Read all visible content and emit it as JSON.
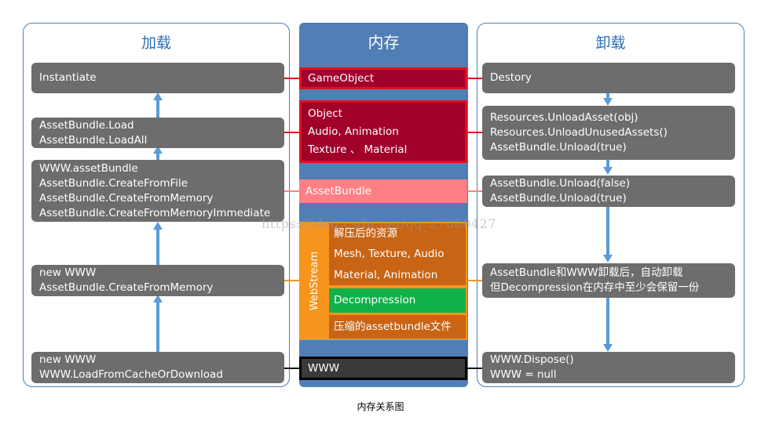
{
  "titles": {
    "load": "加载",
    "memory": "内存",
    "unload": "卸载"
  },
  "load": {
    "instantiate": [
      "Instantiate"
    ],
    "assetbundle_load": [
      "AssetBundle.Load",
      "AssetBundle.LoadAll"
    ],
    "www_create": [
      "WWW.assetBundle",
      "AssetBundle.CreateFromFile",
      "AssetBundle.CreateFromMemory",
      "AssetBundle.CreateFromMemoryImmediate"
    ],
    "new_www_memory": [
      "new WWW",
      "AssetBundle.CreateFromMemory"
    ],
    "new_www_cache": [
      "new WWW",
      "WWW.LoadFromCacheOrDownload"
    ]
  },
  "memory": {
    "gameobject": "GameObject",
    "assets": [
      "Object",
      "Audio, Animation",
      "Texture 、 Material"
    ],
    "assetbundle": "AssetBundle",
    "webstream_label": "WebStream",
    "decompressed": [
      "解压后的资源",
      "Mesh, Texture, Audio",
      "Material, Animation"
    ],
    "decompression": "Decompression",
    "compressed": "压缩的assetbundle文件",
    "www": "WWW"
  },
  "unload": {
    "destroy": [
      "Destory"
    ],
    "resources_unload": [
      "Resources.UnloadAsset(obj)",
      "Resources.UnloadUnusedAssets()",
      "AssetBundle.Unload(true)"
    ],
    "assetbundle_unload": [
      "AssetBundle.Unload(false)",
      "AssetBundle.Unload(true)"
    ],
    "auto_unload": [
      "AssetBundle和WWW卸载后，自动卸载",
      "但Decompression在内存中至少会保留一份"
    ],
    "www_dispose": [
      "WWW.Dispose()",
      "WWW = null"
    ]
  },
  "watermark": "https://blog.csdn.net/qq_27880427",
  "caption": "内存关系图",
  "colors": {
    "panel_border": "#4a7fb5",
    "memory_bg": "#4f7fb4",
    "gray_box": "#6d6d6d",
    "red_outline": "#e0101e",
    "dark_red": "#a0002a",
    "pink": "#ff7f86",
    "orange": "#f7941d",
    "brown": "#c86414",
    "green": "#12b04a",
    "black_box": "#3a3a3a",
    "arrow_blue": "#5b9bd5"
  }
}
